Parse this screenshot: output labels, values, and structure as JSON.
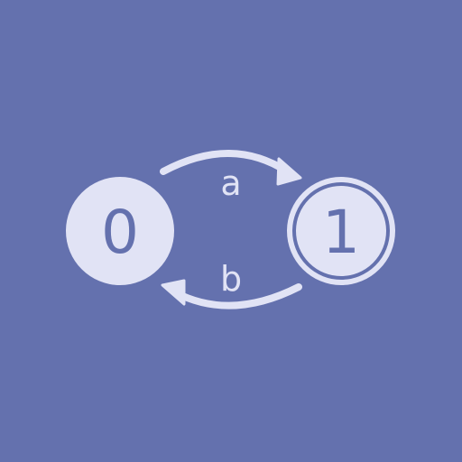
{
  "diagram": {
    "type": "state-machine",
    "colors": {
      "background": "#6471ae",
      "foreground": "#e1e3f5"
    },
    "states": [
      {
        "label": "0",
        "accepting": false
      },
      {
        "label": "1",
        "accepting": true
      }
    ],
    "transitions": [
      {
        "from": "0",
        "to": "1",
        "label": "a"
      },
      {
        "from": "1",
        "to": "0",
        "label": "b"
      }
    ]
  }
}
